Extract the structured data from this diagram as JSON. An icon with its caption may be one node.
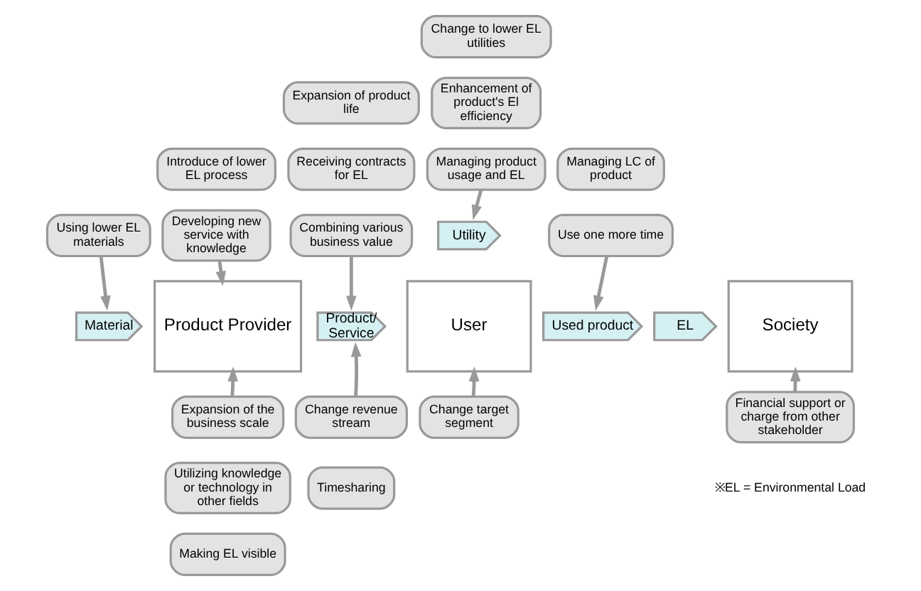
{
  "diagram": {
    "nodes": [
      {
        "text": [
          "Using lower EL materials"
        ]
      },
      {
        "text": [
          "Introduce of lower EL process"
        ]
      },
      {
        "text": [
          "Developing new service with knowledge"
        ]
      },
      {
        "text": [
          "Expansion of product life"
        ]
      },
      {
        "text": [
          "Receiving contracts for EL"
        ]
      },
      {
        "text": [
          "Combining various business value"
        ]
      },
      {
        "text": [
          "Change to lower EL utilities"
        ]
      },
      {
        "text": [
          "Enhancement of product's El efficiency"
        ]
      },
      {
        "text": [
          "Managing product usage and EL"
        ]
      },
      {
        "text": [
          "Managing LC of product"
        ]
      },
      {
        "text": [
          "Use one more time"
        ]
      },
      {
        "text": [
          "Utility"
        ]
      },
      {
        "text": [
          "Material"
        ]
      },
      {
        "text": [
          "Product Provider"
        ]
      },
      {
        "text": [
          "Product/ Service"
        ]
      },
      {
        "text": [
          "User"
        ]
      },
      {
        "text": [
          "Used product"
        ]
      },
      {
        "text": [
          "EL"
        ]
      },
      {
        "text": [
          "Society"
        ]
      },
      {
        "text": [
          "Expansion of the business scale"
        ]
      },
      {
        "text": [
          "Utilizing knowledge or technology in other fields"
        ]
      },
      {
        "text": [
          "Making EL visible"
        ]
      },
      {
        "text": [
          "Change revenue stream"
        ]
      },
      {
        "text": [
          "Timesharing"
        ]
      },
      {
        "text": [
          "Change target segment"
        ]
      },
      {
        "text": [
          "Financial support or charge from other stakeholder"
        ]
      }
    ],
    "edges": [
      {
        "from": 0,
        "to": 12,
        "arrow": "to"
      },
      {
        "from": 2,
        "to": 13,
        "arrow": "to"
      },
      {
        "from": 5,
        "to": 14,
        "arrow": "to"
      },
      {
        "from": 8,
        "to": 11,
        "arrow": "to"
      },
      {
        "from": 10,
        "to": 16,
        "arrow": "to"
      },
      {
        "from": 19,
        "to": 13,
        "arrow": "to"
      },
      {
        "from": 22,
        "to": 14,
        "arrow": "to"
      },
      {
        "from": 24,
        "to": 15,
        "arrow": "to"
      },
      {
        "from": 25,
        "to": 18,
        "arrow": "to"
      }
    ],
    "labels": [
      "※EL = Environmental Load"
    ]
  }
}
